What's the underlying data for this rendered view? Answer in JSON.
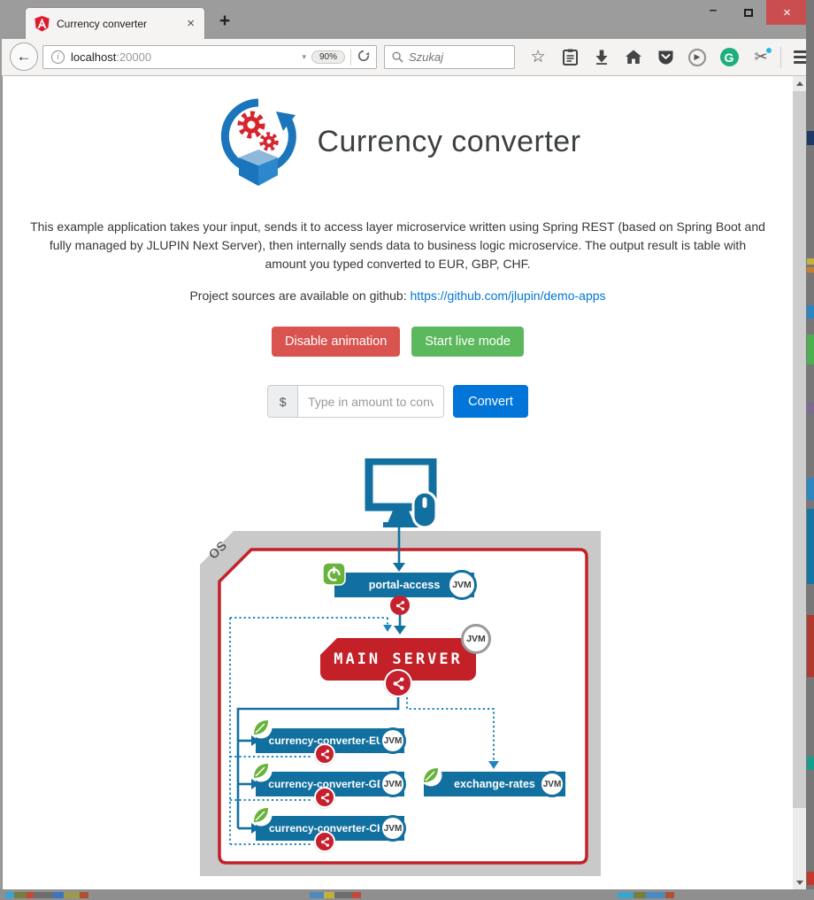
{
  "window": {
    "controls": {
      "minimize": "–",
      "close": "×"
    }
  },
  "browser": {
    "tab": {
      "title": "Currency converter",
      "close_label": "×",
      "new_tab_label": "+"
    },
    "urlbar": {
      "host": "localhost",
      "port": ":20000",
      "caret": "▾",
      "zoom_level": "90%",
      "reload": "⟳",
      "info": "i"
    },
    "search": {
      "placeholder": "Szukaj"
    },
    "icons": [
      "star",
      "clipboard",
      "download",
      "home",
      "pocket",
      "play",
      "grammarly",
      "screenshot-scissors",
      "menu"
    ]
  },
  "page": {
    "heading": "Currency converter",
    "description": "This example application takes your input, sends it to access layer microservice written using Spring REST (based on Spring Boot and fully managed by JLUPIN Next Server), then internally sends data to business logic microservice. The output result is table with amount you typed converted to EUR, GBP, CHF.",
    "sources_prefix": "Project sources are available on github: ",
    "sources_link": "https://github.com/jlupin/demo-apps",
    "buttons": {
      "disable_animation": "Disable animation",
      "start_live_mode": "Start live mode",
      "convert": "Convert"
    },
    "converter_input": {
      "prefix": "$",
      "placeholder": "Type in amount to convert"
    },
    "colors": {
      "accent_blue": "#1270a0",
      "server_red": "#c32127",
      "spring_green": "#68b33c",
      "btn_danger": "#d9534f",
      "btn_success": "#5cb85c",
      "btn_primary": "#0275d8",
      "link": "#0275d8"
    }
  },
  "diagram": {
    "os_label": "OS",
    "jvm_label": "JVM",
    "nodes": {
      "portal": "portal-access",
      "main_server": "MAIN SERVER",
      "eur": "currency-converter-EUR",
      "gbp": "currency-converter-GBP",
      "chf": "currency-converter-CHF",
      "exchange": "exchange-rates"
    }
  }
}
